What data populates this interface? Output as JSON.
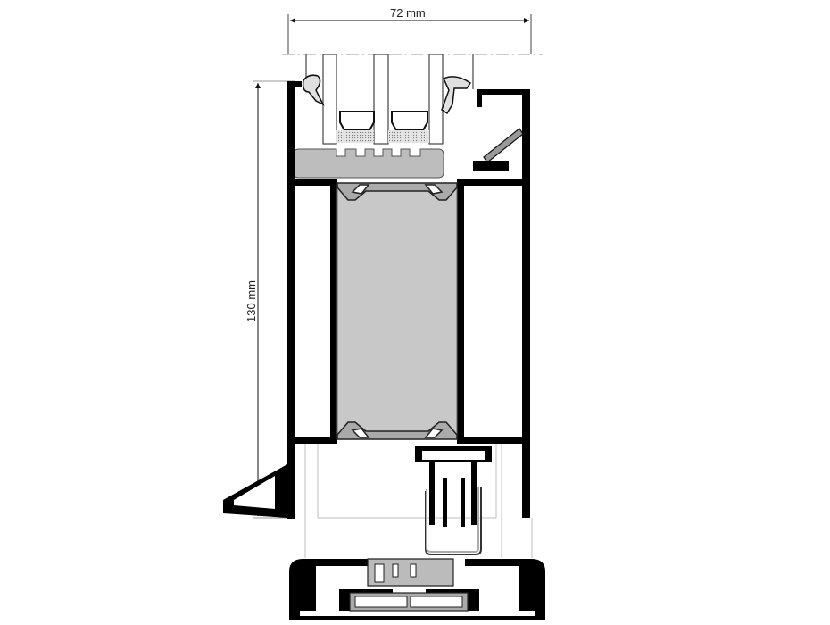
{
  "drawing": {
    "type": "technical cross-section",
    "subject": "aluminium window/door profile with triple glazing",
    "dimensions": {
      "width_label": "72 mm",
      "height_label": "130 mm"
    },
    "colors": {
      "profile": "#000000",
      "thermal_break": "#b5b5b5",
      "glass_spacer_fill": "#c8c8c8",
      "glass_outline": "#555555",
      "dimension_line": "#444444",
      "hidden_line": "#bdbdbd",
      "background": "#ffffff"
    }
  }
}
